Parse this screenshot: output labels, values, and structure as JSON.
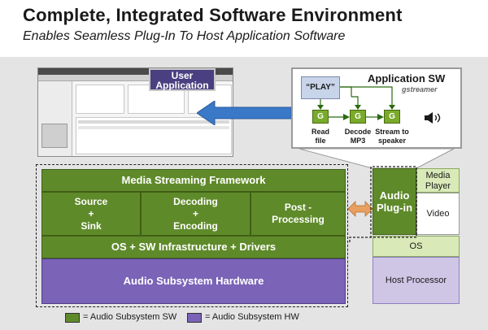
{
  "header": {
    "title": "Complete, Integrated Software Environment",
    "subtitle": "Enables Seamless Plug-In To Host Application Software"
  },
  "user_app": {
    "label_line1": "User",
    "label_line2": "Application"
  },
  "application_sw": {
    "title": "Application SW",
    "logo_text": "gstreamer",
    "play_label": "“PLAY”",
    "pipeline": [
      {
        "box": "G",
        "label_line1": "Read",
        "label_line2": "file"
      },
      {
        "box": "G",
        "label_line1": "Decode",
        "label_line2": "MP3"
      },
      {
        "box": "G",
        "label_line1": "Stream to",
        "label_line2": "speaker"
      }
    ],
    "speaker_icon": "speaker-icon"
  },
  "stack": {
    "framework": "Media Streaming Framework",
    "source_sink": {
      "line1": "Source",
      "line2": "+",
      "line3": "Sink"
    },
    "decoding": {
      "line1": "Decoding",
      "line2": "+",
      "line3": "Encoding"
    },
    "post": {
      "line1": "Post -",
      "line2": "Processing"
    },
    "os_sw": "OS + SW Infrastructure + Drivers",
    "hardware": "Audio Subsystem Hardware"
  },
  "host_side": {
    "plugin_line1": "Audio",
    "plugin_line2": "Plug-in",
    "media_player_line1": "Media",
    "media_player_line2": "Player",
    "video": "Video",
    "os": "OS",
    "host_processor": "Host Processor"
  },
  "legend": {
    "sw": {
      "label": "= Audio Subsystem SW",
      "color": "#5f8a2a"
    },
    "hw": {
      "label": "= Audio Subsystem HW",
      "color": "#7b63b8"
    }
  },
  "colors": {
    "green": "#5f8a2a",
    "purple": "#7b63b8",
    "light_green": "#d9eab8",
    "light_purple": "#cfc6e6",
    "arrow_blue": "#3a78c8",
    "arrow_orange": "#e8a060"
  }
}
